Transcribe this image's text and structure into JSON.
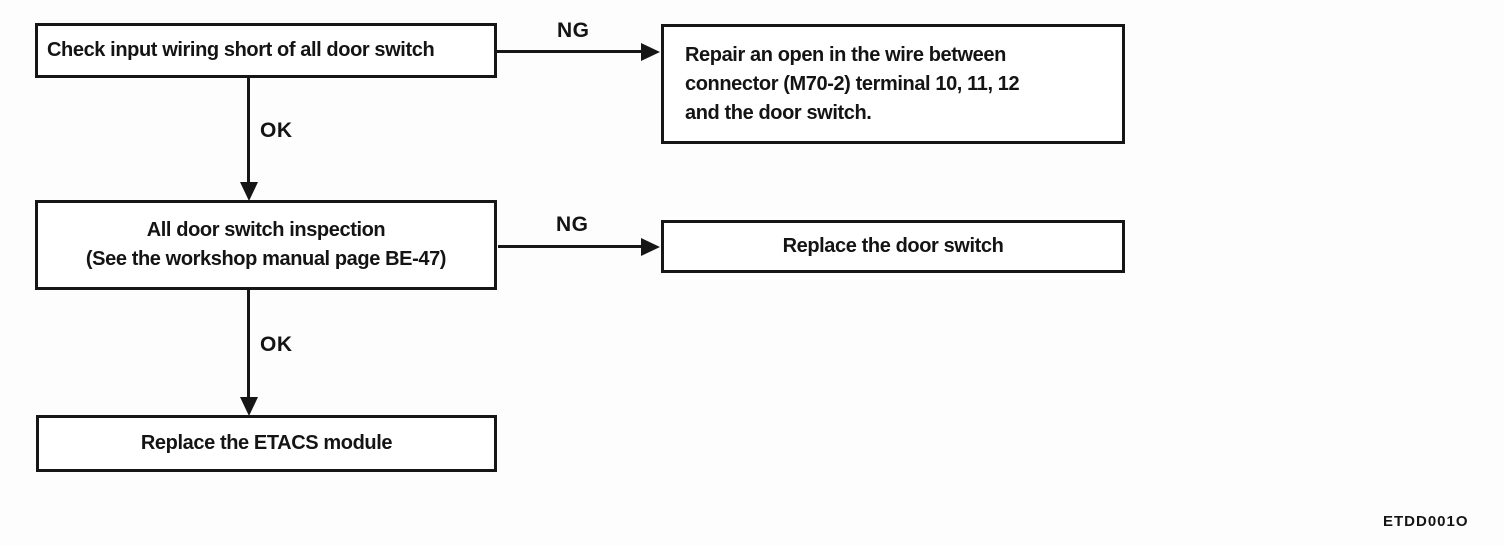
{
  "canvas": {
    "background": "#ffffff",
    "ink": "#161616"
  },
  "flowchart": {
    "nodes": {
      "check_wiring": {
        "text": "Check input wiring short of all door switch"
      },
      "repair_open": {
        "lines": [
          "Repair an open in the wire between",
          "connector (M70-2) terminal 10, 11, 12",
          "and the door switch."
        ]
      },
      "door_switch_inspection": {
        "lines": [
          "All door switch inspection",
          "(See the workshop manual page BE-47)"
        ]
      },
      "replace_door_switch": {
        "text": "Replace the door switch"
      },
      "replace_etacs": {
        "text": "Replace the ETACS module"
      }
    },
    "edge_labels": {
      "ng": "NG",
      "ok": "OK"
    },
    "figure_code": "ETDD001O"
  }
}
